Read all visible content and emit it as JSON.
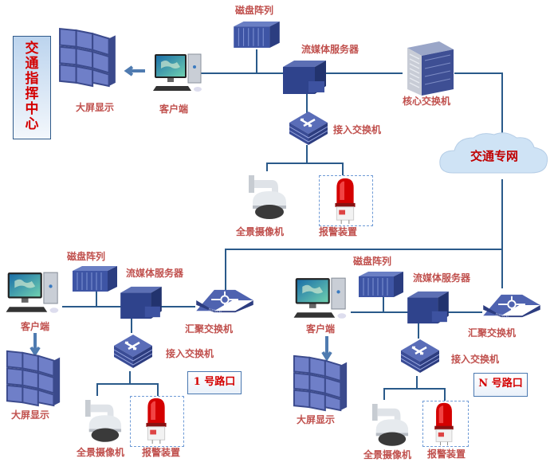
{
  "command_center": {
    "label": "交通指挥中心"
  },
  "network_cloud": {
    "label": "交通专网"
  },
  "center": {
    "video_wall": "大屏显示",
    "client": "客户端",
    "disk_array": "磁盘阵列",
    "media_server": "流媒体服务器",
    "core_switch": "核心交换机",
    "access_switch": "接入交换机",
    "camera": "全景摄像机",
    "alarm": "报警装置"
  },
  "site_1": {
    "name": "1 号路口",
    "video_wall": "大屏显示",
    "client": "客户端",
    "disk_array": "磁盘阵列",
    "media_server": "流媒体服务器",
    "aggregation_switch": "汇聚交换机",
    "access_switch": "接入交换机",
    "camera": "全景摄像机",
    "alarm": "报警装置"
  },
  "site_n": {
    "name": "N 号路口",
    "video_wall": "大屏显示",
    "client": "客户端",
    "disk_array": "磁盘阵列",
    "media_server": "流媒体服务器",
    "aggregation_switch": "汇聚交换机",
    "access_switch": "接入交换机",
    "camera": "全景摄像机",
    "alarm": "报警装置"
  },
  "colors": {
    "label": "#c0504d",
    "link": "#2a5a8a",
    "device": "#4a5fa8",
    "title": "#d40000"
  }
}
